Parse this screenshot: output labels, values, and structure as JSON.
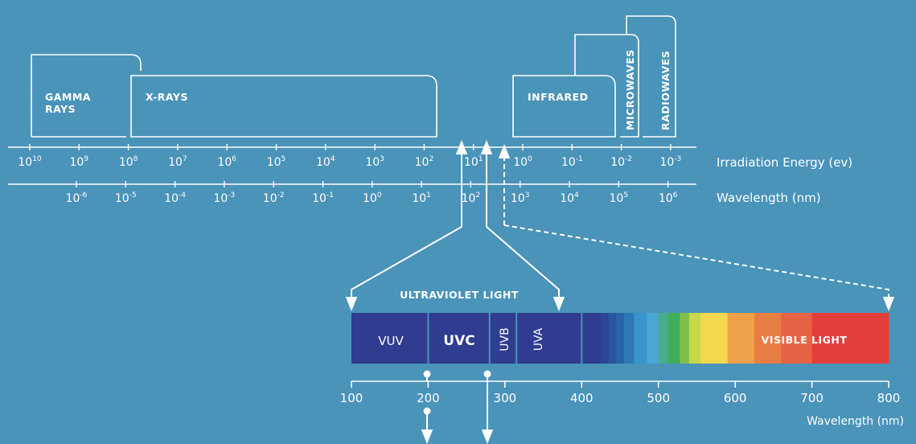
{
  "bands": [
    {
      "id": "gamma",
      "lines": [
        "GAMMA",
        "RAYS"
      ]
    },
    {
      "id": "xray",
      "lines": [
        "X-RAYS"
      ]
    },
    {
      "id": "infrared",
      "lines": [
        "INFRARED"
      ]
    },
    {
      "id": "microwaves",
      "lines": [
        "MICROWAVES"
      ]
    },
    {
      "id": "radiowaves",
      "lines": [
        "RADIOWAVES"
      ]
    }
  ],
  "energy_scale": {
    "title": "Irradiation Energy (ev)",
    "ticks": [
      {
        "base": "10",
        "exp": "10"
      },
      {
        "base": "10",
        "exp": "9"
      },
      {
        "base": "10",
        "exp": "8"
      },
      {
        "base": "10",
        "exp": "7"
      },
      {
        "base": "10",
        "exp": "6"
      },
      {
        "base": "10",
        "exp": "5"
      },
      {
        "base": "10",
        "exp": "4"
      },
      {
        "base": "10",
        "exp": "3"
      },
      {
        "base": "10",
        "exp": "2"
      },
      {
        "base": "10",
        "exp": "1"
      },
      {
        "base": "10",
        "exp": "0"
      },
      {
        "base": "10",
        "exp": "-1"
      },
      {
        "base": "10",
        "exp": "-2"
      },
      {
        "base": "10",
        "exp": "-3"
      }
    ]
  },
  "wavelength_scale": {
    "title": "Wavelength (nm)",
    "ticks": [
      {
        "base": "10",
        "exp": "-6"
      },
      {
        "base": "10",
        "exp": "-5"
      },
      {
        "base": "10",
        "exp": "-4"
      },
      {
        "base": "10",
        "exp": "-3"
      },
      {
        "base": "10",
        "exp": "-2"
      },
      {
        "base": "10",
        "exp": "-1"
      },
      {
        "base": "10",
        "exp": "0"
      },
      {
        "base": "10",
        "exp": "1"
      },
      {
        "base": "10",
        "exp": "2"
      },
      {
        "base": "10",
        "exp": "3"
      },
      {
        "base": "10",
        "exp": "4"
      },
      {
        "base": "10",
        "exp": "5"
      },
      {
        "base": "10",
        "exp": "6"
      }
    ]
  },
  "ultraviolet": {
    "title": "ULTRAVIOLET LIGHT",
    "segments": [
      {
        "id": "vuv",
        "label": "VUV",
        "from_nm": 100,
        "to_nm": 200,
        "color": "#2f3c8f"
      },
      {
        "id": "uvc",
        "label": "UVC",
        "from_nm": 200,
        "to_nm": 280,
        "color": "#2f3c8f"
      },
      {
        "id": "uvb",
        "label": "UVB",
        "from_nm": 280,
        "to_nm": 315,
        "color": "#2f3c8f"
      },
      {
        "id": "uva",
        "label": "UVA",
        "from_nm": 315,
        "to_nm": 400,
        "color": "#2f3c8f"
      }
    ]
  },
  "visible": {
    "label": "VISIBLE LIGHT",
    "bands": [
      {
        "from_nm": 400,
        "to_nm": 425,
        "color": "#2f3c8f"
      },
      {
        "from_nm": 425,
        "to_nm": 435,
        "color": "#2d4596"
      },
      {
        "from_nm": 435,
        "to_nm": 445,
        "color": "#2a549e"
      },
      {
        "from_nm": 445,
        "to_nm": 455,
        "color": "#2a63a8"
      },
      {
        "from_nm": 455,
        "to_nm": 468,
        "color": "#2f78b7"
      },
      {
        "from_nm": 468,
        "to_nm": 485,
        "color": "#3b93cc"
      },
      {
        "from_nm": 485,
        "to_nm": 500,
        "color": "#49a7d6"
      },
      {
        "from_nm": 500,
        "to_nm": 512,
        "color": "#4aac8e"
      },
      {
        "from_nm": 512,
        "to_nm": 528,
        "color": "#3fae5a"
      },
      {
        "from_nm": 528,
        "to_nm": 540,
        "color": "#7fbf49"
      },
      {
        "from_nm": 540,
        "to_nm": 555,
        "color": "#c6d74a"
      },
      {
        "from_nm": 555,
        "to_nm": 590,
        "color": "#f2d84f"
      },
      {
        "from_nm": 590,
        "to_nm": 625,
        "color": "#eea14a"
      },
      {
        "from_nm": 625,
        "to_nm": 660,
        "color": "#e87e44"
      },
      {
        "from_nm": 660,
        "to_nm": 700,
        "color": "#e66445"
      },
      {
        "from_nm": 700,
        "to_nm": 800,
        "color": "#e23f3b"
      }
    ]
  },
  "wavelength_axis": {
    "title": "Wavelength (nm)",
    "range": [
      100,
      800
    ],
    "ticks": [
      "100",
      "200",
      "300",
      "400",
      "500",
      "600",
      "700",
      "800"
    ]
  }
}
